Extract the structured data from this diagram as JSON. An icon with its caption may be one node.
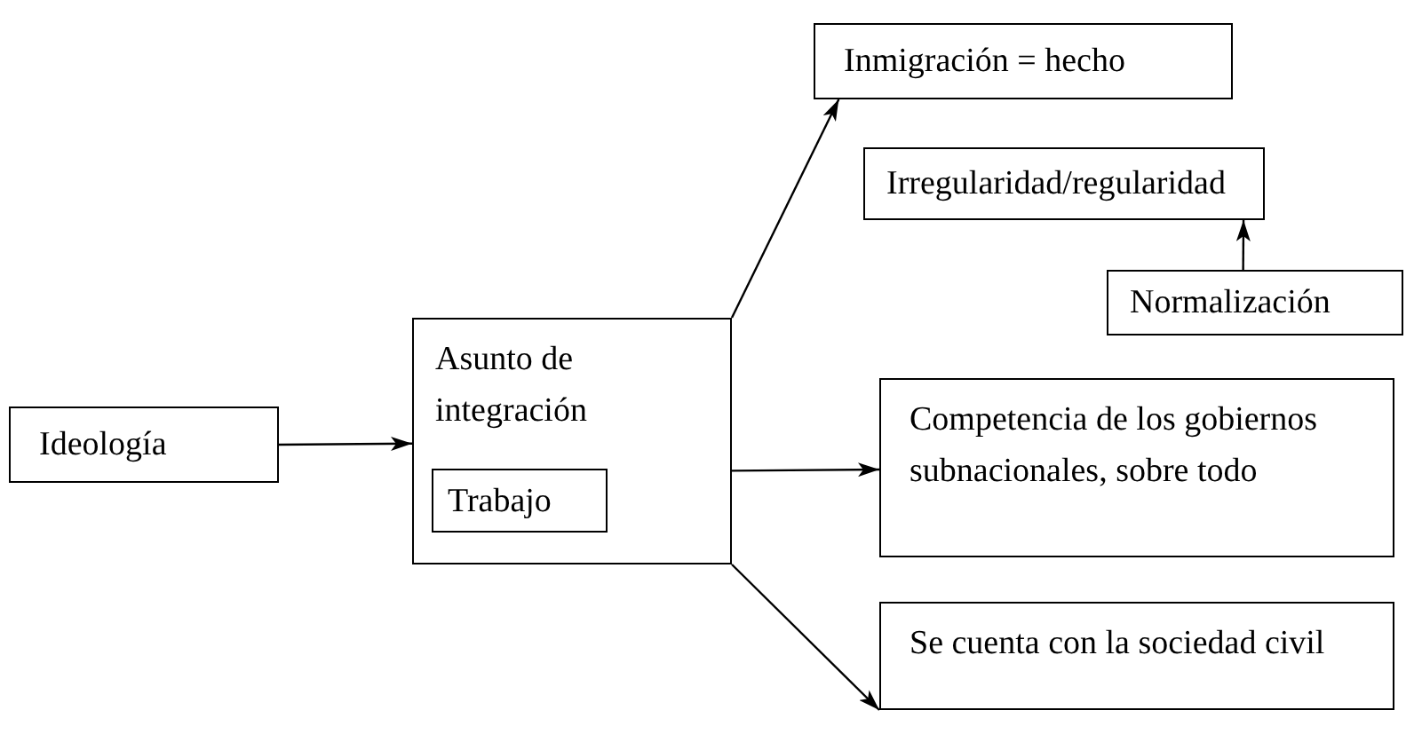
{
  "diagram": {
    "nodes": [
      {
        "text": [
          "Ideología"
        ]
      },
      {
        "text": [
          "Asunto de integración"
        ]
      },
      {
        "text": [
          "Trabajo"
        ],
        "in": 1
      },
      {
        "text": [
          "Inmigración = hecho"
        ]
      },
      {
        "text": [
          "Irregularidad/regularidad"
        ]
      },
      {
        "text": [
          "Normalización"
        ]
      },
      {
        "text": [
          "Competencia de los gobiernos subnacionales, sobre todo"
        ]
      },
      {
        "text": [
          "Se cuenta con la sociedad civil"
        ]
      }
    ],
    "edges": [
      {
        "from": 0,
        "to": 1,
        "arrow": "to"
      },
      {
        "from": 1,
        "to": 3,
        "arrow": "to"
      },
      {
        "from": 5,
        "to": 4,
        "arrow": "to"
      },
      {
        "from": 1,
        "to": 6,
        "arrow": "to"
      },
      {
        "from": 1,
        "to": 7,
        "arrow": "to"
      }
    ]
  }
}
